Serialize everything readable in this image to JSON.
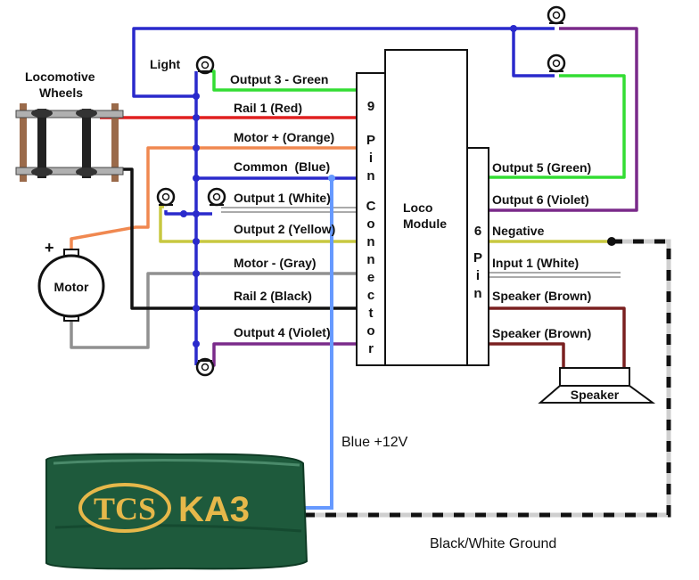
{
  "labels": {
    "locomotive_wheels": "Locomotive Wheels",
    "motor": "Motor",
    "light": "Light",
    "output3": "Output 3 - Green",
    "rail1": "Rail 1 (Red)",
    "motor_plus": "Motor + (Orange)",
    "common": "Common  (Blue)",
    "output1": "Output 1 (White)",
    "output2": "Output 2 (Yellow)",
    "motor_minus": "Motor - (Gray)",
    "rail2": "Rail 2 (Black)",
    "output4": "Output 4 (Violet)",
    "loco_module": "Loco Module",
    "output5": "Output 5 (Green)",
    "output6": "Output 6 (Violet)",
    "negative": "Negative",
    "input1": "Input 1 (White)",
    "speaker_brown": "Speaker (Brown)",
    "speaker": "Speaker",
    "blue_12v": "Blue +12V",
    "ground": "Black/White Ground",
    "plus_sign": "+",
    "pin9_label": "9Pin Connector",
    "pin6_label": "6Pin",
    "battery_brand": "TCS",
    "battery_model": "KA3"
  },
  "colors": {
    "blue": "#2a2acc",
    "light_blue": "#6699ff",
    "red": "#e02020",
    "orange": "#f08850",
    "green": "#33dd33",
    "yellow": "#c8c840",
    "gray": "#909090",
    "black": "#111111",
    "violet": "#7a2a8a",
    "brown": "#7a2020",
    "battery_green": "#1e5a3c",
    "battery_gold": "#e6b84a"
  },
  "icons": [
    "bulb-icon",
    "speaker-icon",
    "motor-icon",
    "wheels-icon",
    "battery-icon"
  ]
}
